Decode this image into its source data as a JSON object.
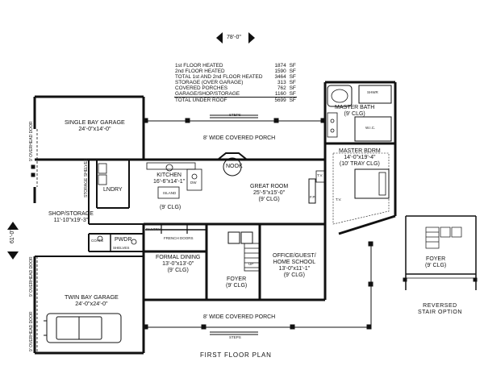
{
  "dimensions": {
    "overall_width": "78'-0\"",
    "overall_depth": "61'-0\""
  },
  "area_table": [
    {
      "label": "1st FLOOR HEATED",
      "value": "1874",
      "unit": "SF"
    },
    {
      "label": "2nd FLOOR HEATED",
      "value": "1590",
      "unit": "SF"
    },
    {
      "label": "TOTAL 1st AND 2nd FLOOR HEATED",
      "value": "3464",
      "unit": "SF"
    },
    {
      "label": "STORAGE (OVER GARAGE)",
      "value": "313",
      "unit": "SF"
    },
    {
      "label": "COVERED PORCHES",
      "value": "762",
      "unit": "SF"
    },
    {
      "label": "GARAGE/SHOP/STORAGE",
      "value": "1160",
      "unit": "SF"
    },
    {
      "label": "TOTAL UNDER ROOF",
      "value": "5699",
      "unit": "SF"
    }
  ],
  "rooms": {
    "single_garage": {
      "name": "SINGLE BAY GARAGE",
      "size": "24'-0\"x14'-0\""
    },
    "porch_rear": {
      "name": "8' WIDE COVERED PORCH"
    },
    "kitchen": {
      "name": "KITCHEN",
      "size": "16'-6\"x14'-1\"",
      "clg": "(9' CLG)"
    },
    "nook": {
      "name": "NOOK"
    },
    "great_room": {
      "name": "GREAT ROOM",
      "size": "25'-5\"x15'-0\"",
      "clg": "(9' CLG)"
    },
    "master_bath": {
      "name": "MASTER BATH",
      "clg": "(9' CLG)"
    },
    "master_bdrm": {
      "name": "MASTER BDRM",
      "size": "14'-0\"x19'-4\"",
      "clg": "(10' TRAY CLG)"
    },
    "lndry": {
      "name": "LNDRY"
    },
    "shop": {
      "name": "SHOP/STORAGE",
      "size": "11'-10\"x19'-3\""
    },
    "pwdr": {
      "name": "PWDR"
    },
    "formal_dining": {
      "name": "FORMAL DINING",
      "size": "13'-0\"x13'-0\"",
      "clg": "(9' CLG)"
    },
    "foyer": {
      "name": "FOYER",
      "clg": "(9' CLG)"
    },
    "office": {
      "name": "OFFICE/GUEST/",
      "name2": "HOME SCHOOL",
      "size": "13'-0\"x11'-1\"",
      "clg": "(9' CLG)"
    },
    "twin_garage": {
      "name": "TWIN BAY GARAGE",
      "size": "24'-0\"x24'-0\""
    },
    "porch_front": {
      "name": "8' WIDE COVERED PORCH"
    },
    "alt_foyer": {
      "name": "FOYER",
      "clg": "(9' CLG)"
    }
  },
  "small_labels": {
    "steps": "STEPS",
    "wic": "W.I.C.",
    "shwr": "SHWR",
    "storage_shelves": "STORAGE SHELVES",
    "shelves": "SHELVES",
    "island": "ISLAND",
    "dw": "DW",
    "pantry": "PANTRY",
    "french_doors": "FRENCH DOORS",
    "tv": "T.V.",
    "fp": "F.P.",
    "overhead_door_9": "9' OVERHEAD DOOR",
    "overhead_door_9b": "9' OVERHEAD DOOR",
    "overhead_door_9c": "9' OVERHEAD DOOR",
    "coat": "COATS",
    "up": "UP"
  },
  "captions": {
    "plan_title": "FIRST FLOOR PLAN",
    "reversed_1": "REVERSED",
    "reversed_2": "STAIR OPTION"
  }
}
